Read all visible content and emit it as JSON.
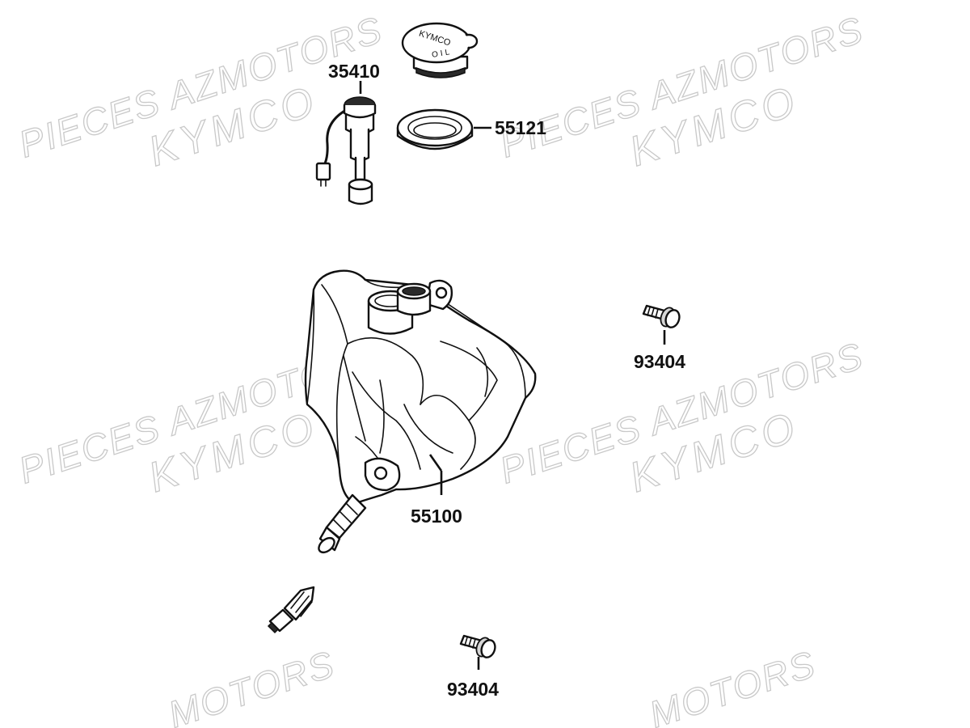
{
  "watermarks": {
    "line1": "PIECES AZMOTORS",
    "line2": "KYMCO",
    "partial": "MOTORS"
  },
  "cap_logo": "KYMCO",
  "cap_oil": "OIL",
  "callouts": {
    "fuel_gauge": "35410",
    "cap_gasket": "55121",
    "tank": "55100",
    "bolt_right": "93404",
    "bolt_bottom": "93404"
  }
}
